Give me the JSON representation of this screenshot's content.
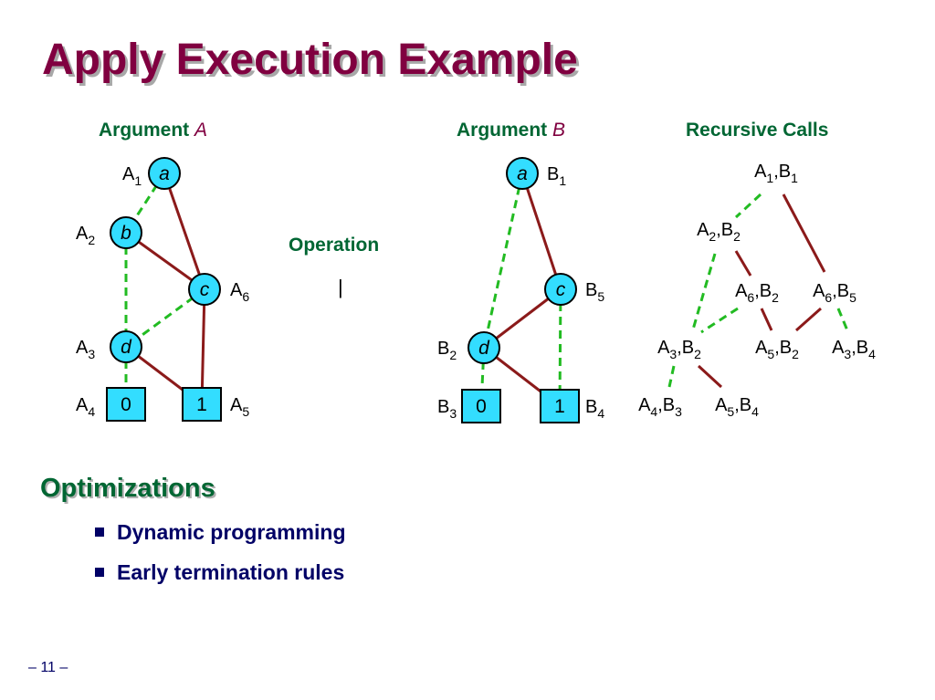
{
  "title": "Apply Execution Example",
  "argument_a": {
    "prefix": "Argument",
    "var": "A"
  },
  "argument_b": {
    "prefix": "Argument",
    "var": "B"
  },
  "recursive_calls_heading": "Recursive Calls",
  "operation": {
    "label": "Operation",
    "symbol": "|"
  },
  "graph_a": {
    "nodes": [
      {
        "id": "a",
        "label": "a",
        "kind": "var",
        "name": "A",
        "sub": "1"
      },
      {
        "id": "b",
        "label": "b",
        "kind": "var",
        "name": "A",
        "sub": "2"
      },
      {
        "id": "c",
        "label": "c",
        "kind": "var",
        "name": "A",
        "sub": "6"
      },
      {
        "id": "d",
        "label": "d",
        "kind": "var",
        "name": "A",
        "sub": "3"
      },
      {
        "id": "t0",
        "label": "0",
        "kind": "terminal",
        "name": "A",
        "sub": "4"
      },
      {
        "id": "t1",
        "label": "1",
        "kind": "terminal",
        "name": "A",
        "sub": "5"
      }
    ],
    "edges": [
      {
        "from": "a",
        "to": "b",
        "type": "low"
      },
      {
        "from": "a",
        "to": "c",
        "type": "high"
      },
      {
        "from": "b",
        "to": "d",
        "type": "low"
      },
      {
        "from": "b",
        "to": "c",
        "type": "high"
      },
      {
        "from": "c",
        "to": "d",
        "type": "low"
      },
      {
        "from": "c",
        "to": "t1",
        "type": "high"
      },
      {
        "from": "d",
        "to": "t0",
        "type": "low"
      },
      {
        "from": "d",
        "to": "t1",
        "type": "high"
      }
    ]
  },
  "graph_b": {
    "nodes": [
      {
        "id": "a",
        "label": "a",
        "kind": "var",
        "name": "B",
        "sub": "1"
      },
      {
        "id": "c",
        "label": "c",
        "kind": "var",
        "name": "B",
        "sub": "5"
      },
      {
        "id": "d",
        "label": "d",
        "kind": "var",
        "name": "B",
        "sub": "2"
      },
      {
        "id": "t0",
        "label": "0",
        "kind": "terminal",
        "name": "B",
        "sub": "3"
      },
      {
        "id": "t1",
        "label": "1",
        "kind": "terminal",
        "name": "B",
        "sub": "4"
      }
    ],
    "edges": [
      {
        "from": "a",
        "to": "d",
        "type": "low"
      },
      {
        "from": "a",
        "to": "c",
        "type": "high"
      },
      {
        "from": "c",
        "to": "d",
        "type": "high"
      },
      {
        "from": "c",
        "to": "t1",
        "type": "low"
      },
      {
        "from": "d",
        "to": "t0",
        "type": "low"
      },
      {
        "from": "d",
        "to": "t1",
        "type": "high"
      }
    ]
  },
  "calls": {
    "nodes": [
      {
        "id": "c11",
        "parts": [
          [
            "A",
            "1"
          ],
          [
            "B",
            "1"
          ]
        ]
      },
      {
        "id": "c22",
        "parts": [
          [
            "A",
            "2"
          ],
          [
            "B",
            "2"
          ]
        ]
      },
      {
        "id": "c62",
        "parts": [
          [
            "A",
            "6"
          ],
          [
            "B",
            "2"
          ]
        ]
      },
      {
        "id": "c65",
        "parts": [
          [
            "A",
            "6"
          ],
          [
            "B",
            "5"
          ]
        ]
      },
      {
        "id": "c32",
        "parts": [
          [
            "A",
            "3"
          ],
          [
            "B",
            "2"
          ]
        ]
      },
      {
        "id": "c52",
        "parts": [
          [
            "A",
            "5"
          ],
          [
            "B",
            "2"
          ]
        ]
      },
      {
        "id": "c34",
        "parts": [
          [
            "A",
            "3"
          ],
          [
            "B",
            "4"
          ]
        ]
      },
      {
        "id": "c43",
        "parts": [
          [
            "A",
            "4"
          ],
          [
            "B",
            "3"
          ]
        ]
      },
      {
        "id": "c54",
        "parts": [
          [
            "A",
            "5"
          ],
          [
            "B",
            "4"
          ]
        ]
      }
    ],
    "edges": [
      {
        "from": "c11",
        "to": "c22",
        "type": "low"
      },
      {
        "from": "c11",
        "to": "c65",
        "type": "high"
      },
      {
        "from": "c22",
        "to": "c32",
        "type": "low"
      },
      {
        "from": "c22",
        "to": "c62",
        "type": "high"
      },
      {
        "from": "c62",
        "to": "c32",
        "type": "low"
      },
      {
        "from": "c62",
        "to": "c52",
        "type": "high"
      },
      {
        "from": "c65",
        "to": "c52",
        "type": "high"
      },
      {
        "from": "c65",
        "to": "c34",
        "type": "low"
      },
      {
        "from": "c32",
        "to": "c43",
        "type": "low"
      },
      {
        "from": "c32",
        "to": "c54",
        "type": "high"
      }
    ]
  },
  "colors": {
    "low_edge": "#22bb22",
    "high_edge": "#8b1a1a",
    "node_fill": "#33ddff",
    "title": "#800040",
    "heading": "#006633",
    "bullet_text": "#000066"
  },
  "optimizations": {
    "heading": "Optimizations",
    "items": [
      "Dynamic programming",
      "Early termination rules"
    ]
  },
  "page_number": "– 11 –"
}
